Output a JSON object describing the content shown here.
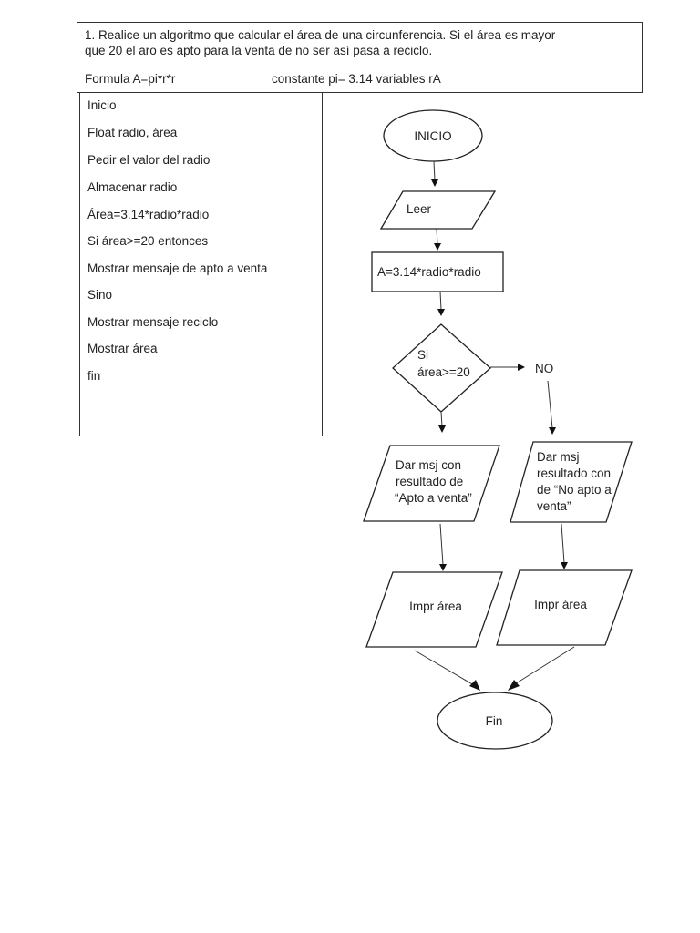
{
  "header": {
    "statement_line1": "1. Realice un algoritmo que calcular el área de una circunferencia. Si el área es mayor",
    "statement_line2": "que 20 el aro es apto para la venta de no ser así pasa a reciclo.",
    "formula": "Formula A=pi*r*r",
    "constant": "constante pi= 3.14 variables rA"
  },
  "pseudocode": {
    "lines": [
      "Inicio",
      "Float radio, área",
      "Pedir el valor del radio",
      "Almacenar radio",
      "Área=3.14*radio*radio",
      "Si área>=20 entonces",
      "Mostrar mensaje de apto a venta",
      "Sino",
      "Mostrar mensaje reciclo",
      "Mostrar área",
      "fin"
    ]
  },
  "flowchart": {
    "start": "INICIO",
    "input": "Leer",
    "process": "A=3.14*radio*radio",
    "decision_line1": "Si",
    "decision_line2": "área>=20",
    "no_label": "NO",
    "output_yes_lines": [
      "Dar msj con",
      "resultado de",
      "“Apto a venta”"
    ],
    "output_no_lines": [
      "Dar msj",
      "resultado con",
      "de “No apto a",
      "venta”"
    ],
    "print_yes": "Impr área",
    "print_no": "Impr área",
    "end": "Fin"
  }
}
